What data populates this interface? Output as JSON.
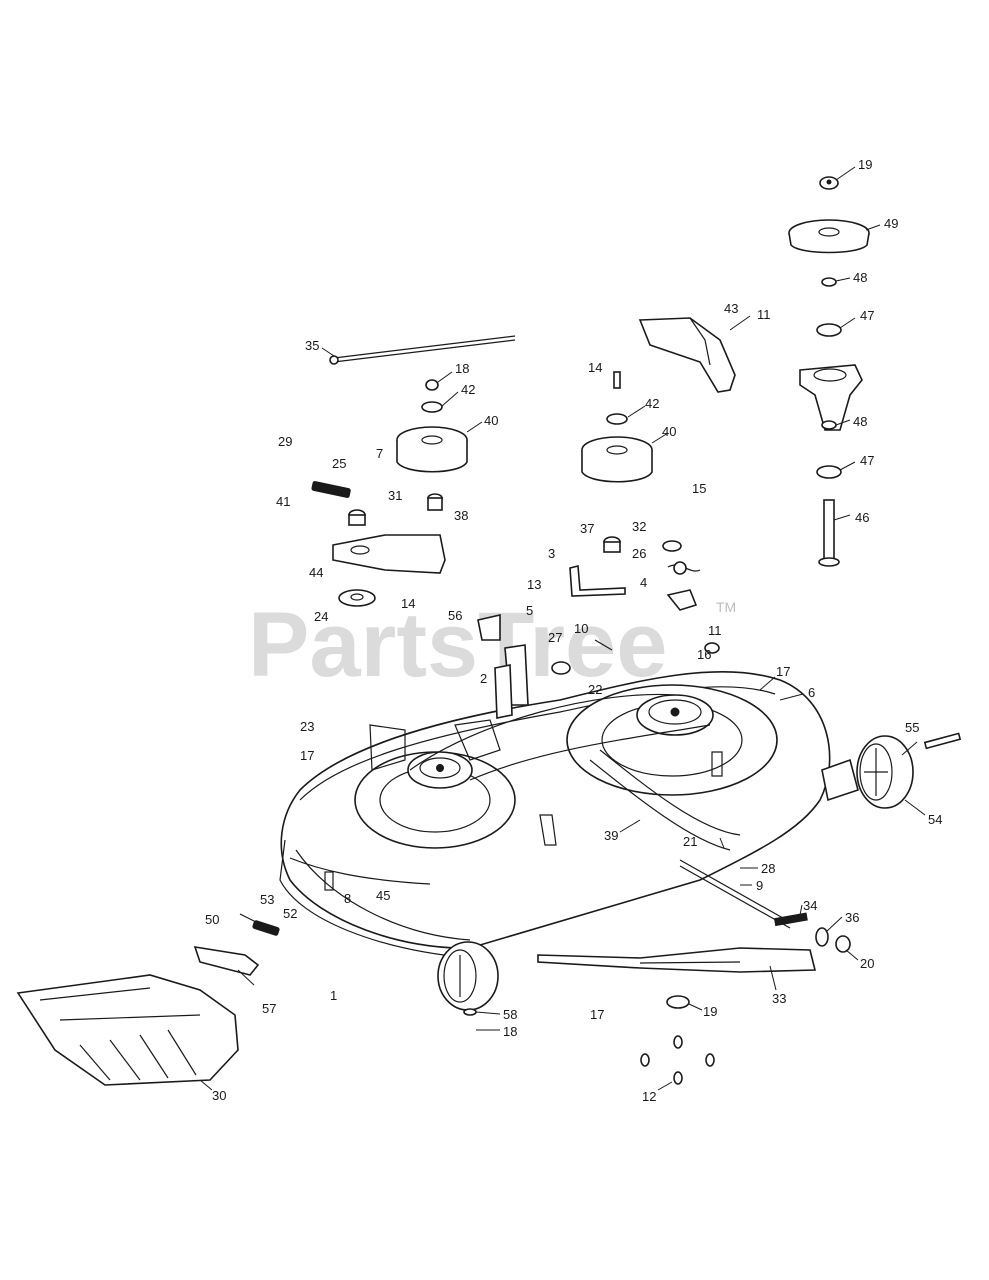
{
  "watermark": {
    "text": "PartsTree",
    "trademark": "TM"
  },
  "callouts": [
    {
      "id": "c19a",
      "label": "19"
    },
    {
      "id": "c49",
      "label": "49"
    },
    {
      "id": "c48a",
      "label": "48"
    },
    {
      "id": "c47a",
      "label": "47"
    },
    {
      "id": "c43",
      "label": "43"
    },
    {
      "id": "c11a",
      "label": "11"
    },
    {
      "id": "c48b",
      "label": "48"
    },
    {
      "id": "c47b",
      "label": "47"
    },
    {
      "id": "c46",
      "label": "46"
    },
    {
      "id": "c35",
      "label": "35"
    },
    {
      "id": "c18a",
      "label": "18"
    },
    {
      "id": "c42a",
      "label": "42"
    },
    {
      "id": "c40a",
      "label": "40"
    },
    {
      "id": "c14a",
      "label": "14"
    },
    {
      "id": "c42b",
      "label": "42"
    },
    {
      "id": "c40b",
      "label": "40"
    },
    {
      "id": "c29",
      "label": "29"
    },
    {
      "id": "c25",
      "label": "25"
    },
    {
      "id": "c7",
      "label": "7"
    },
    {
      "id": "c41",
      "label": "41"
    },
    {
      "id": "c31",
      "label": "31"
    },
    {
      "id": "c38",
      "label": "38"
    },
    {
      "id": "c15",
      "label": "15"
    },
    {
      "id": "c37",
      "label": "37"
    },
    {
      "id": "c32",
      "label": "32"
    },
    {
      "id": "c26",
      "label": "26"
    },
    {
      "id": "c3",
      "label": "3"
    },
    {
      "id": "c4",
      "label": "4"
    },
    {
      "id": "c44",
      "label": "44"
    },
    {
      "id": "c24",
      "label": "24"
    },
    {
      "id": "c14b",
      "label": "14"
    },
    {
      "id": "c56",
      "label": "56"
    },
    {
      "id": "c13",
      "label": "13"
    },
    {
      "id": "c5",
      "label": "5"
    },
    {
      "id": "c11b",
      "label": "11"
    },
    {
      "id": "c27",
      "label": "27"
    },
    {
      "id": "c10",
      "label": "10"
    },
    {
      "id": "c16",
      "label": "16"
    },
    {
      "id": "c2",
      "label": "2"
    },
    {
      "id": "c22",
      "label": "22"
    },
    {
      "id": "c17a",
      "label": "17"
    },
    {
      "id": "c6",
      "label": "6"
    },
    {
      "id": "c23",
      "label": "23"
    },
    {
      "id": "c17b",
      "label": "17"
    },
    {
      "id": "c55",
      "label": "55"
    },
    {
      "id": "c54",
      "label": "54"
    },
    {
      "id": "c39",
      "label": "39"
    },
    {
      "id": "c21",
      "label": "21"
    },
    {
      "id": "c28",
      "label": "28"
    },
    {
      "id": "c9a",
      "label": "9"
    },
    {
      "id": "c8",
      "label": "8"
    },
    {
      "id": "c45",
      "label": "45"
    },
    {
      "id": "c34",
      "label": "34"
    },
    {
      "id": "c36",
      "label": "36"
    },
    {
      "id": "c20",
      "label": "20"
    },
    {
      "id": "c53",
      "label": "53"
    },
    {
      "id": "c52",
      "label": "52"
    },
    {
      "id": "c50",
      "label": "50"
    },
    {
      "id": "c1",
      "label": "1"
    },
    {
      "id": "c57",
      "label": "57"
    },
    {
      "id": "c33",
      "label": "33"
    },
    {
      "id": "c58",
      "label": "58"
    },
    {
      "id": "c18b",
      "label": "18"
    },
    {
      "id": "c17c",
      "label": "17"
    },
    {
      "id": "c19b",
      "label": "19"
    },
    {
      "id": "c12",
      "label": "12"
    },
    {
      "id": "c30",
      "label": "30"
    }
  ]
}
